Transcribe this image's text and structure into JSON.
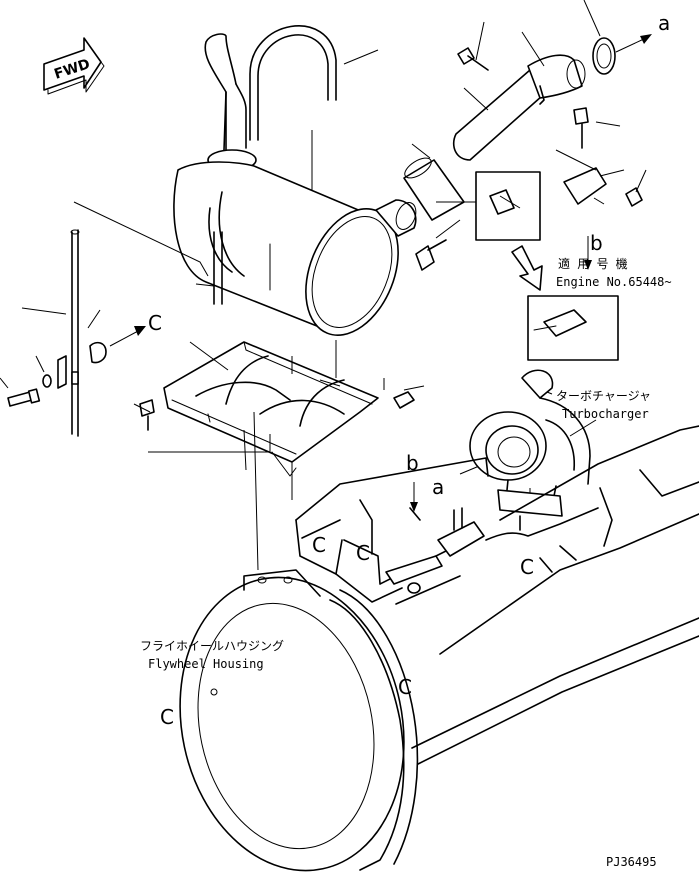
{
  "fwd_label": "FWD",
  "refs": {
    "a": "a",
    "b": "b",
    "c": "C"
  },
  "applicable_serial_jp": "適 用 号 機",
  "applicable_serial_en": "Engine No.65448~",
  "turbo_jp": "ターボチャージャ",
  "turbo_en": "Turbocharger",
  "flywheel_jp": "フライホイールハウジング",
  "flywheel_en": "Flywheel Housing",
  "drawing_no": "PJ36495"
}
